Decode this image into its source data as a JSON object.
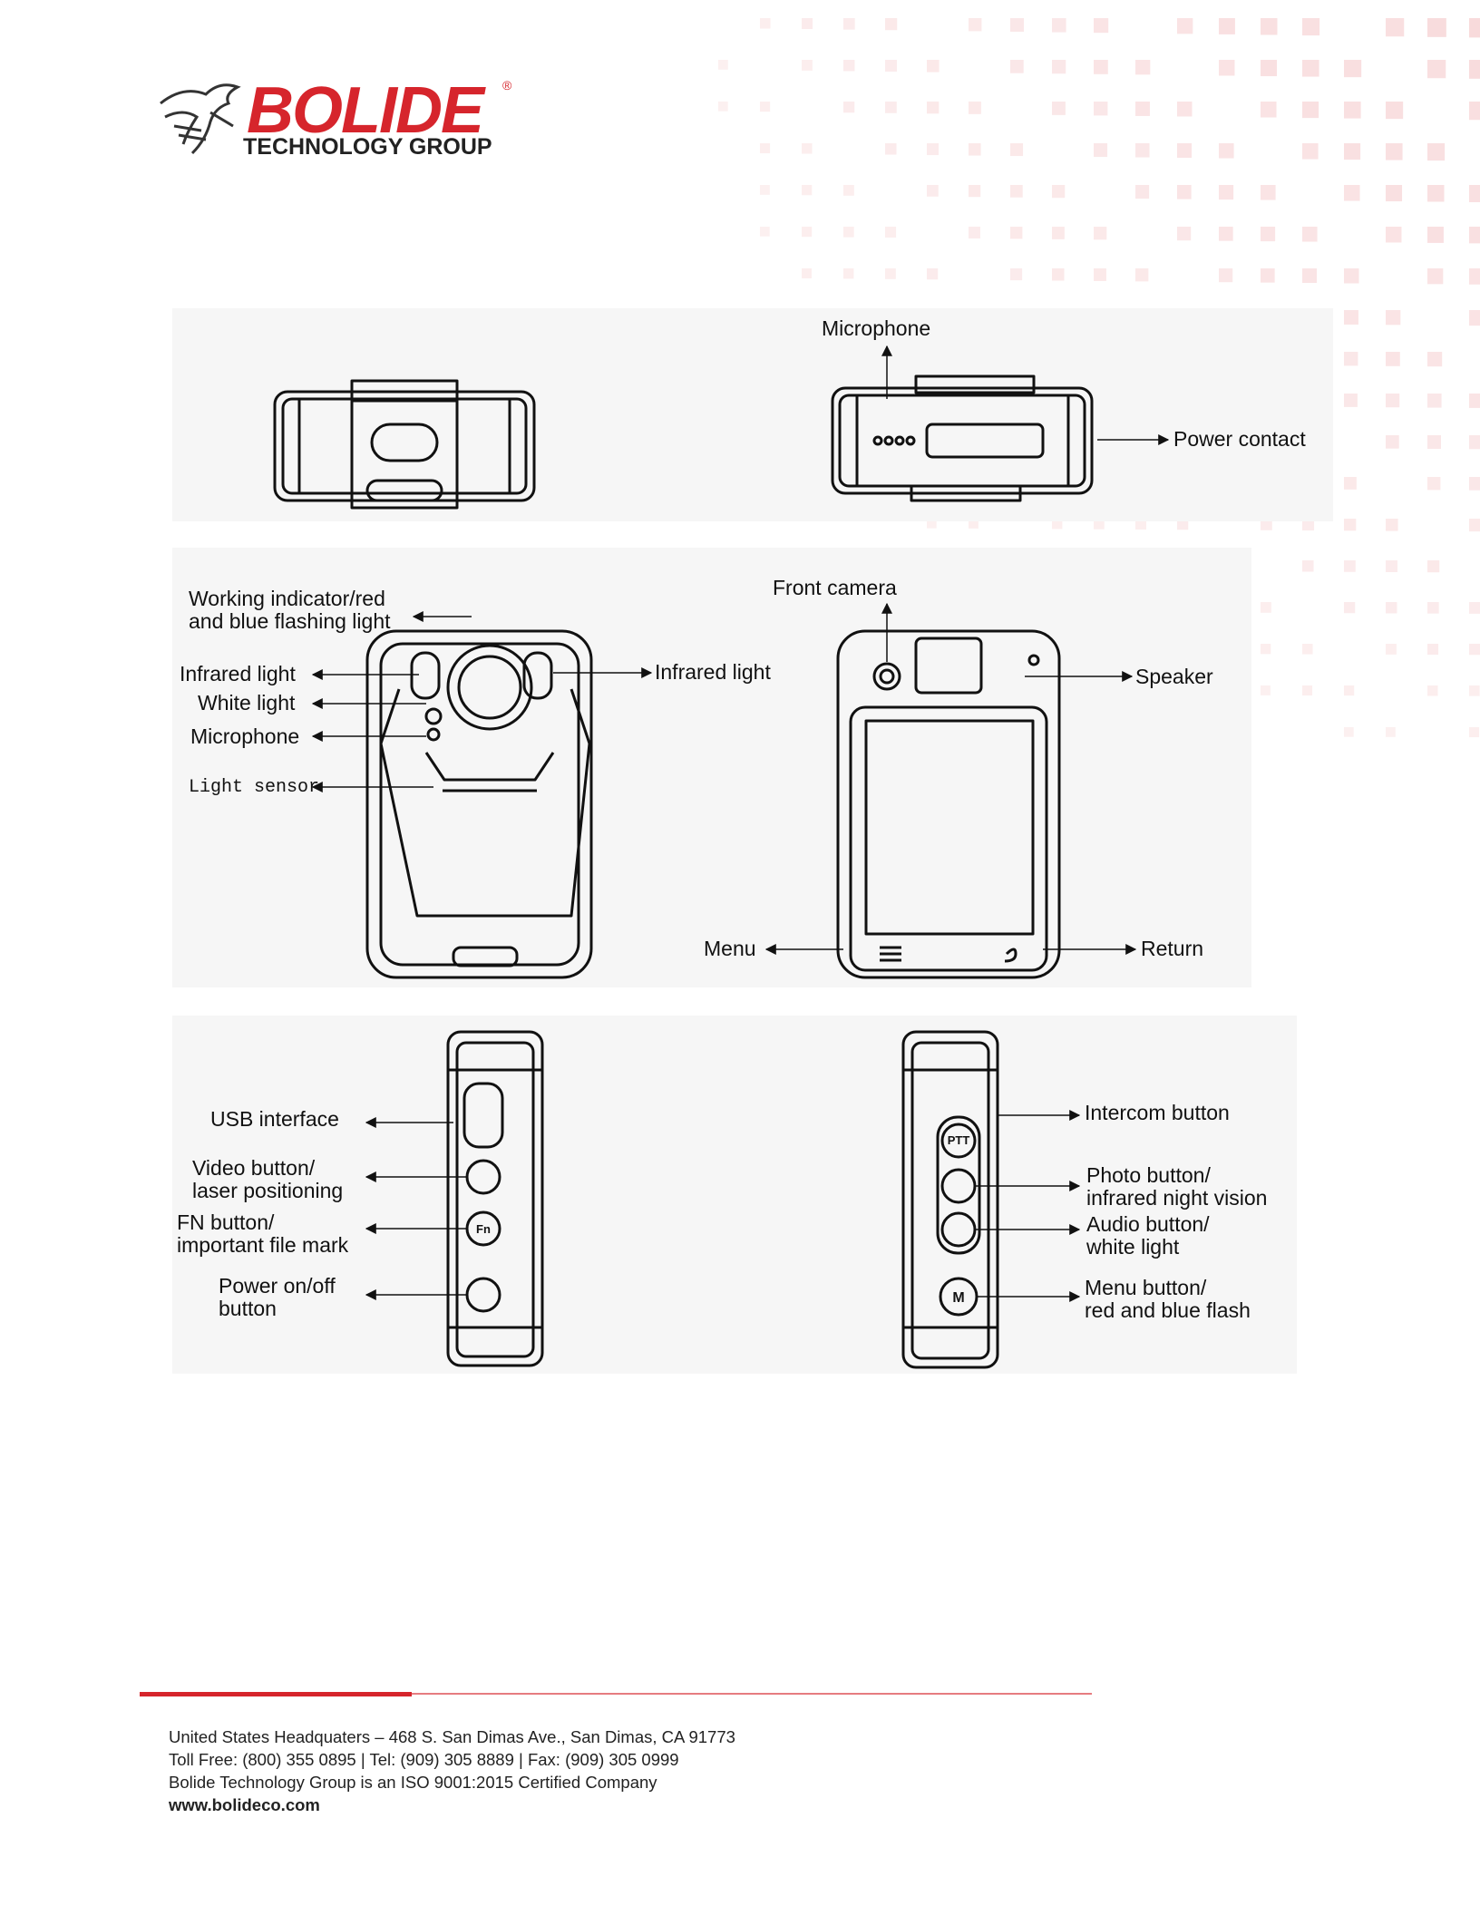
{
  "brand": {
    "name": "BOLIDE",
    "registered": "®",
    "subtitle": "TECHNOLOGY GROUP",
    "red": "#d6252c"
  },
  "labels": {
    "top_microphone": "Microphone",
    "power_contact": "Power contact",
    "working_indicator": [
      "Working indicator/red",
      "and blue flashing light"
    ],
    "infrared_left": "Infrared light",
    "white_light": "White light",
    "microphone_front": "Microphone",
    "light_sensor": "Light sensor",
    "infrared_right": "Infrared light",
    "front_camera": "Front camera",
    "speaker": "Speaker",
    "menu": "Menu",
    "return": "Return",
    "usb": "USB interface",
    "video_button": [
      "Video button/",
      "laser positioning"
    ],
    "fn_button": [
      "FN button/",
      "important file mark"
    ],
    "power_button": [
      "Power on/off",
      "button"
    ],
    "intercom": "Intercom button",
    "photo_button": [
      "Photo button/",
      "infrared night vision"
    ],
    "audio_button": [
      "Audio button/",
      "white light"
    ],
    "menu_button": [
      "Menu button/",
      "red and blue flash"
    ]
  },
  "button_glyphs": {
    "fn": "Fn",
    "m": "M",
    "ptt": "PTT"
  },
  "footer": {
    "line1": "United States Headquaters – 468 S. San Dimas Ave., San Dimas, CA 91773",
    "line2": "Toll Free: (800) 355 0895 | Tel: (909) 305 8889 | Fax: (909) 305 0999",
    "line3": "Bolide Technology Group is an ISO 9001:2015 Certified Company",
    "website": "www.bolideco.com"
  }
}
